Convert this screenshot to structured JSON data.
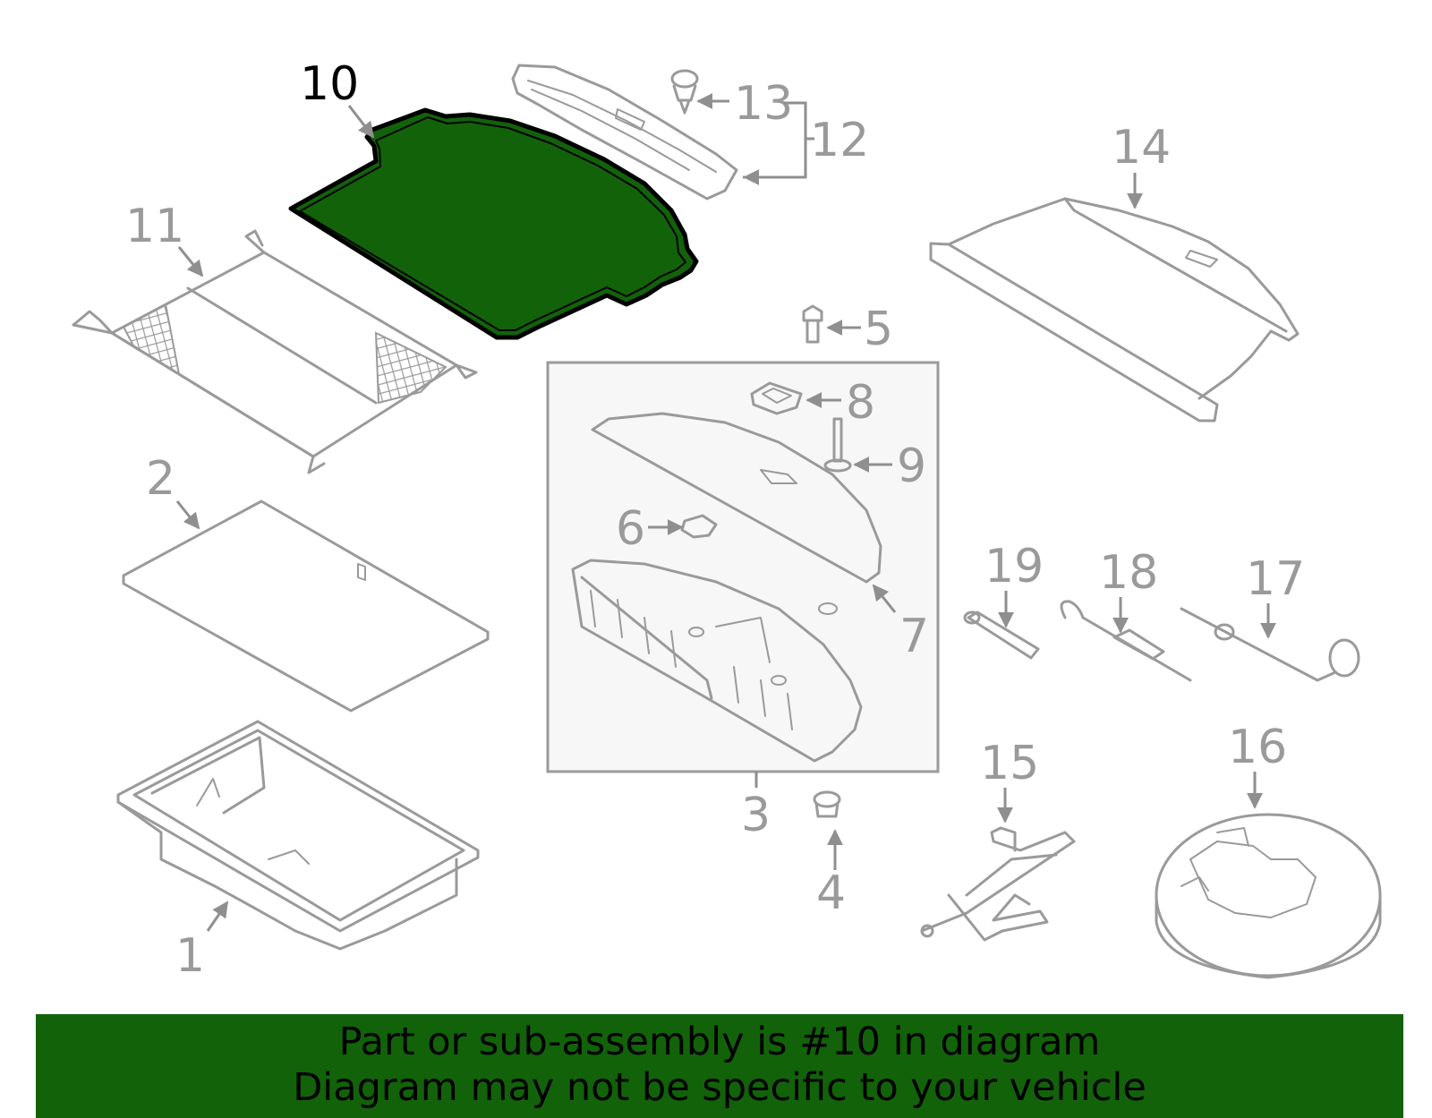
{
  "diagram": {
    "highlight_color": "#12620a",
    "highlighted_part": "10",
    "callouts": [
      "1",
      "2",
      "3",
      "4",
      "5",
      "6",
      "7",
      "8",
      "9",
      "10",
      "11",
      "12",
      "13",
      "14",
      "15",
      "16",
      "17",
      "18",
      "19"
    ]
  },
  "banner": {
    "line1": "Part or sub-assembly is #10 in diagram",
    "line2": "Diagram may not be specific to your vehicle",
    "background": "#12620a"
  }
}
